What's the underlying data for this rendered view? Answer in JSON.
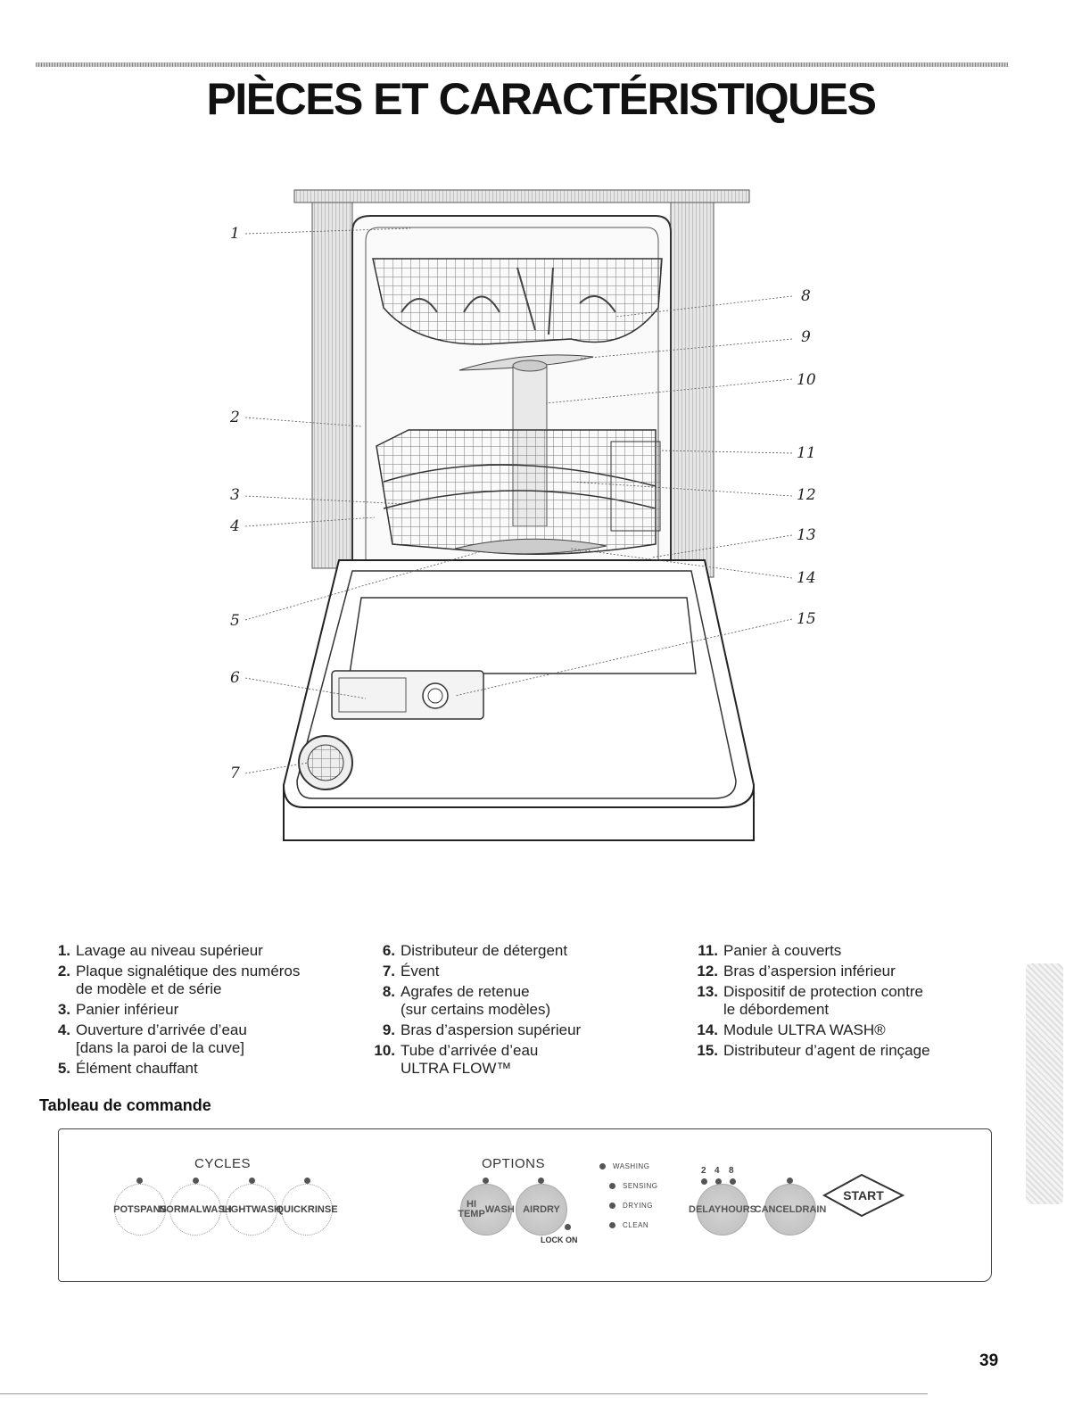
{
  "title": "PIÈCES ET CARACTÉRISTIQUES",
  "callouts": [
    "1",
    "2",
    "3",
    "4",
    "5",
    "6",
    "7",
    "8",
    "9",
    "10",
    "11",
    "12",
    "13",
    "14",
    "15"
  ],
  "parts": {
    "col1": [
      {
        "num": "1.",
        "text": "Lavage au niveau supérieur"
      },
      {
        "num": "2.",
        "text": "Plaque signalétique des numéros",
        "text2": "de modèle et de série"
      },
      {
        "num": "3.",
        "text": "Panier inférieur"
      },
      {
        "num": "4.",
        "text": "Ouverture d’arrivée d’eau",
        "text2": "[dans la paroi de la cuve]"
      },
      {
        "num": "5.",
        "text": "Élément chauffant"
      }
    ],
    "col2": [
      {
        "num": "6.",
        "text": "Distributeur de détergent"
      },
      {
        "num": "7.",
        "text": "Évent"
      },
      {
        "num": "8.",
        "text": "Agrafes de retenue",
        "text2": "(sur certains modèles)"
      },
      {
        "num": "9.",
        "text": "Bras d’aspersion supérieur"
      },
      {
        "num": "10.",
        "text": "Tube d’arrivée d’eau",
        "text2": "ULTRA FLOW™"
      }
    ],
    "col3": [
      {
        "num": "11.",
        "text": "Panier à couverts"
      },
      {
        "num": "12.",
        "text": "Bras d’aspersion inférieur"
      },
      {
        "num": "13.",
        "text": "Dispositif de protection contre",
        "text2": "le débordement"
      },
      {
        "num": "14.",
        "text": "Module ULTRA WASH®"
      },
      {
        "num": "15.",
        "text": "Distributeur d’agent de rinçage"
      }
    ]
  },
  "control_panel": {
    "heading": "Tableau de commande",
    "cycles_label": "CYCLES",
    "options_label": "OPTIONS",
    "cycles": [
      {
        "l1": "POTS",
        "l2": "PANS"
      },
      {
        "l1": "NORMAL",
        "l2": "WASH"
      },
      {
        "l1": "LIGHT",
        "l2": "WASH"
      },
      {
        "l1": "QUICK",
        "l2": "RINSE"
      }
    ],
    "options": [
      {
        "l1": "HI TEMP",
        "l2": "WASH"
      },
      {
        "l1": "AIR",
        "l2": "DRY"
      }
    ],
    "lock_label": "LOCK ON",
    "indicators": [
      "WASHING",
      "SENSING",
      "DRYING",
      "CLEAN"
    ],
    "delay_hours": [
      "2",
      "4",
      "8"
    ],
    "delay": {
      "l1": "DELAY",
      "l2": "HOURS"
    },
    "cancel": {
      "l1": "CANCEL",
      "l2": "DRAIN"
    },
    "start": "START"
  },
  "page_number": "39"
}
